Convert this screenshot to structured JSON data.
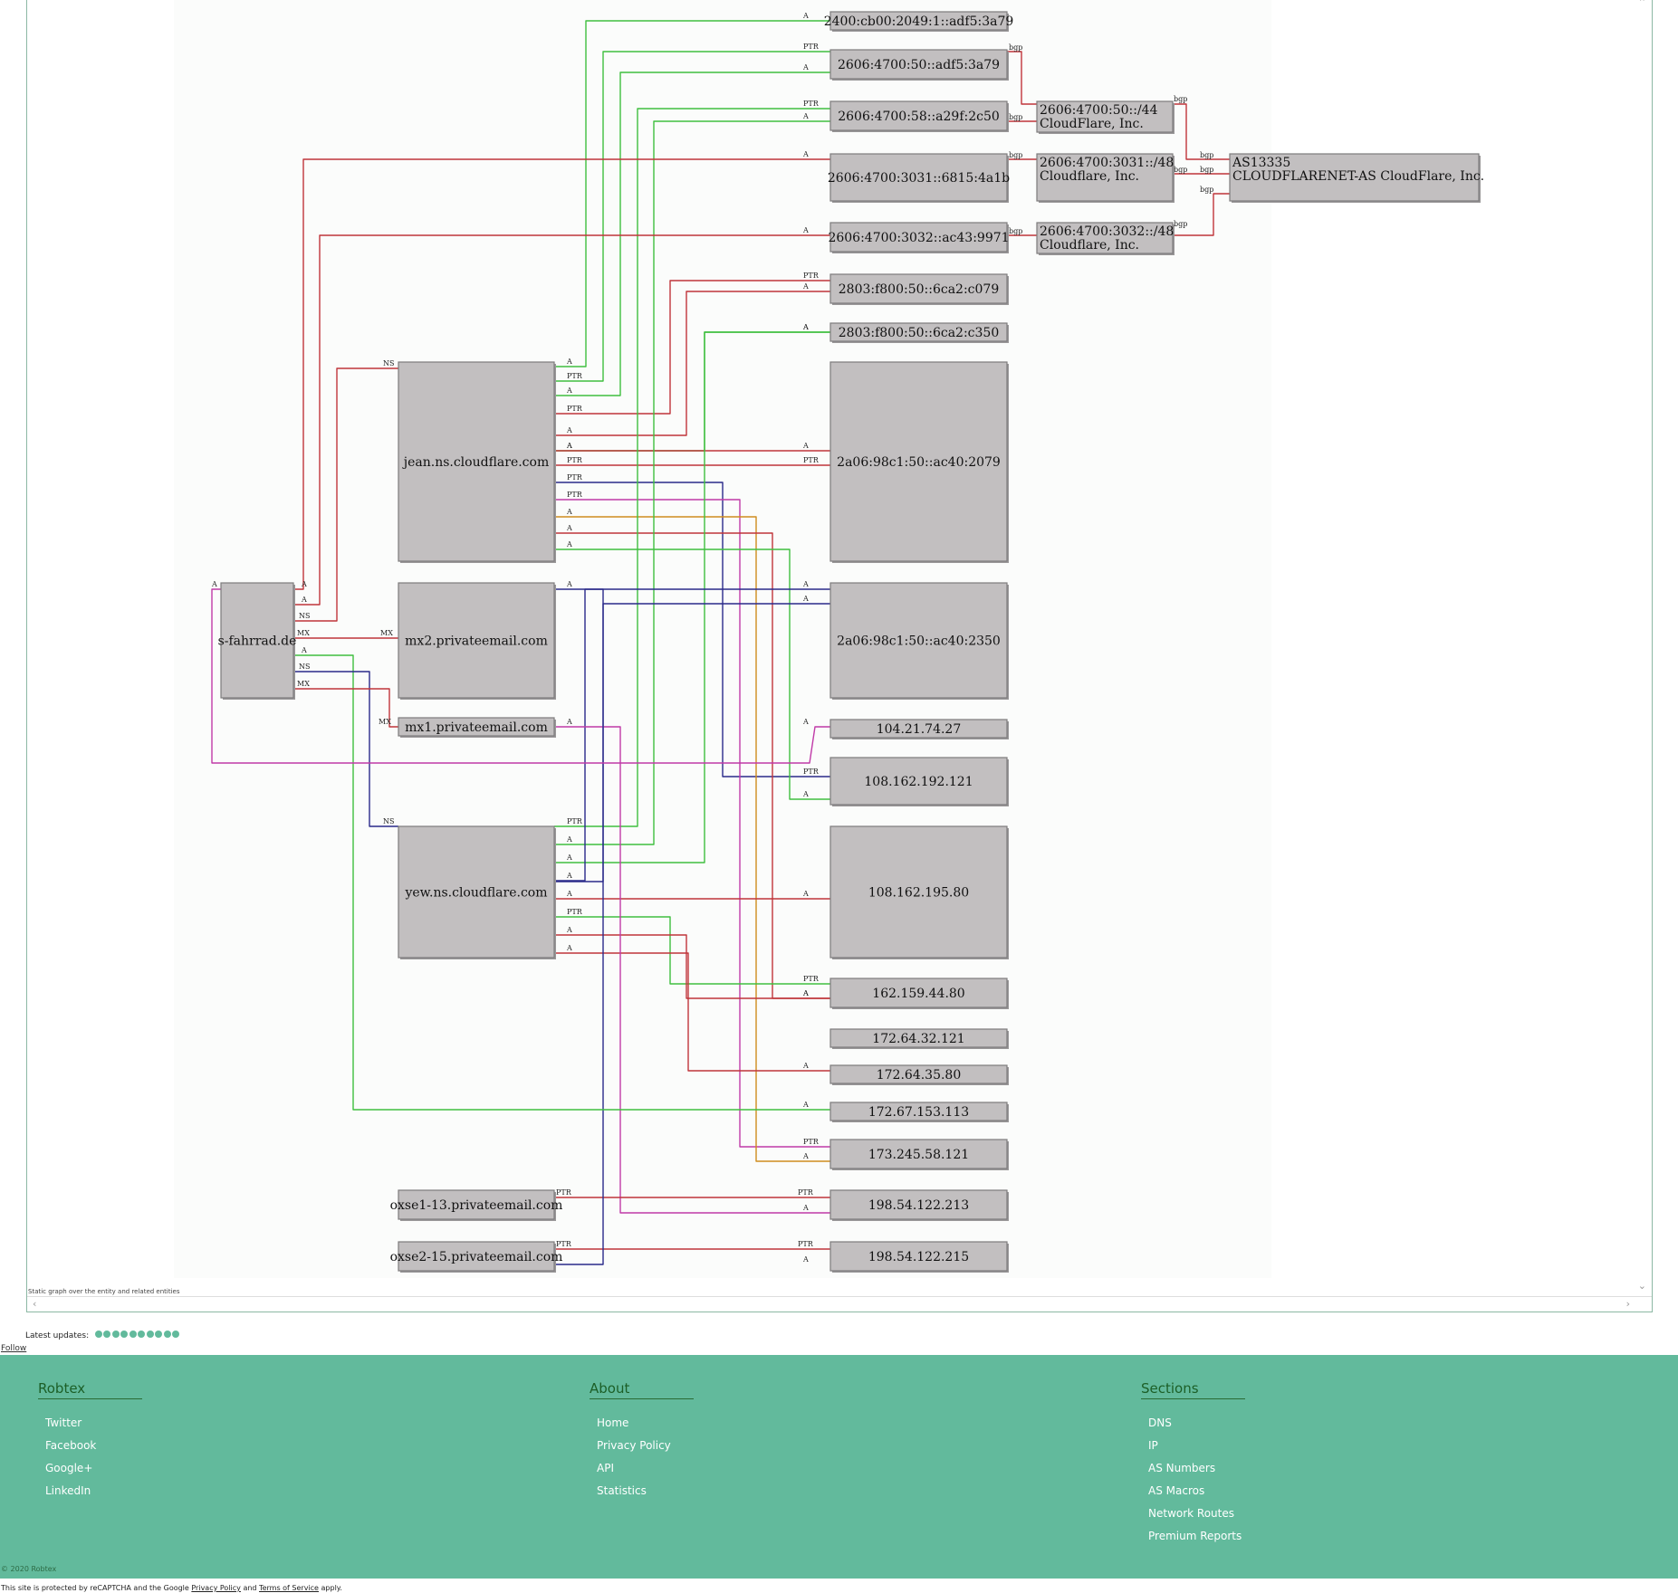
{
  "graph": {
    "caption": "Static graph over the entity and related entities",
    "nodes": [
      {
        "id": "v6a",
        "label": "2400:cb00:2049:1::adf5:3a79"
      },
      {
        "id": "v6b",
        "label": "2606:4700:50::adf5:3a79"
      },
      {
        "id": "v6c",
        "label": "2606:4700:58::a29f:2c50"
      },
      {
        "id": "v6d",
        "label": "2606:4700:3031::6815:4a1b"
      },
      {
        "id": "v6e",
        "label": "2606:4700:3032::ac43:9971"
      },
      {
        "id": "v6f",
        "label": "2803:f800:50::6ca2:c079"
      },
      {
        "id": "v6g",
        "label": "2803:f800:50::6ca2:c350"
      },
      {
        "id": "v6h",
        "label": "2a06:98c1:50::ac40:2079"
      },
      {
        "id": "v6i",
        "label": "2a06:98c1:50::ac40:2350"
      },
      {
        "id": "r44",
        "lines": [
          "2606:4700:50::/44",
          "CloudFlare, Inc."
        ]
      },
      {
        "id": "r48a",
        "lines": [
          "2606:4700:3031::/48",
          "Cloudflare, Inc."
        ]
      },
      {
        "id": "r48b",
        "lines": [
          "2606:4700:3032::/48",
          "Cloudflare, Inc."
        ]
      },
      {
        "id": "as",
        "lines": [
          "AS13335",
          "CLOUDFLARENET-AS CloudFlare, Inc."
        ]
      },
      {
        "id": "jean",
        "label": "jean.ns.cloudflare.com"
      },
      {
        "id": "mx2",
        "label": "mx2.privateemail.com"
      },
      {
        "id": "mx1",
        "label": "mx1.privateemail.com"
      },
      {
        "id": "yew",
        "label": "yew.ns.cloudflare.com"
      },
      {
        "id": "oxse1",
        "label": "oxse1-13.privateemail.com"
      },
      {
        "id": "oxse2",
        "label": "oxse2-15.privateemail.com"
      },
      {
        "id": "sf",
        "label": "s-fahrrad.de"
      },
      {
        "id": "ip1",
        "label": "104.21.74.27"
      },
      {
        "id": "ip2",
        "label": "108.162.192.121"
      },
      {
        "id": "ip3",
        "label": "108.162.195.80"
      },
      {
        "id": "ip4",
        "label": "162.159.44.80"
      },
      {
        "id": "ip5",
        "label": "172.64.32.121"
      },
      {
        "id": "ip6",
        "label": "172.64.35.80"
      },
      {
        "id": "ip7",
        "label": "172.67.153.113"
      },
      {
        "id": "ip8",
        "label": "173.245.58.121"
      },
      {
        "id": "ip9",
        "label": "198.54.122.213"
      },
      {
        "id": "ip10",
        "label": "198.54.122.215"
      }
    ],
    "edge_labels": {
      "a": "A",
      "ptr": "PTR",
      "ns": "NS",
      "mx": "MX",
      "bgp": "bgp"
    },
    "colors": {
      "red": "#c0353a",
      "green": "#3fbf3f",
      "blue": "#2a2a8a",
      "magenta": "#c03aa8",
      "orange": "#cf8c1e"
    }
  },
  "updates": {
    "label": "Latest updates:",
    "dot_count": 10
  },
  "follow": "Follow",
  "footer": {
    "columns": [
      {
        "title": "Robtex",
        "items": [
          "Twitter",
          "Facebook",
          "Google+",
          "LinkedIn"
        ]
      },
      {
        "title": "About",
        "items": [
          "Home",
          "Privacy Policy",
          "API",
          "Statistics"
        ]
      },
      {
        "title": "Sections",
        "items": [
          "DNS",
          "IP",
          "AS Numbers",
          "AS Macros",
          "Network Routes",
          "Premium Reports"
        ]
      }
    ],
    "copyright": "© 2020 Robtex"
  },
  "recaptcha": {
    "prefix": "This site is protected by reCAPTCHA and the Google ",
    "privacy": "Privacy Policy",
    "and": " and ",
    "terms": "Terms of Service",
    "suffix": " apply."
  }
}
